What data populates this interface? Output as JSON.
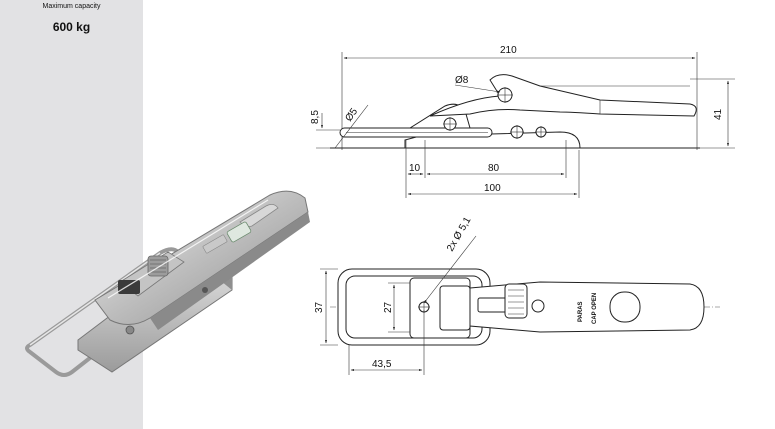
{
  "capacity": {
    "label": "Maximum capacity",
    "value": "600 kg"
  },
  "side_view": {
    "dim_overall_length": "210",
    "dim_hole_dia": "Ø8",
    "dim_slot_dia": "Ø5",
    "dim_offset": "8,5",
    "dim_height": "41",
    "dim_edge": "10",
    "dim_hole_spacing": "80",
    "dim_base": "100"
  },
  "top_view": {
    "dim_mount_holes": "2x Ø 5,1",
    "dim_outer_width": "37",
    "dim_inner_width": "27",
    "dim_loop_length": "43,5",
    "label_brand": "PARAS",
    "label_product": "CAP OPEN"
  },
  "photo": {
    "icon": "toggle-latch-photo"
  }
}
